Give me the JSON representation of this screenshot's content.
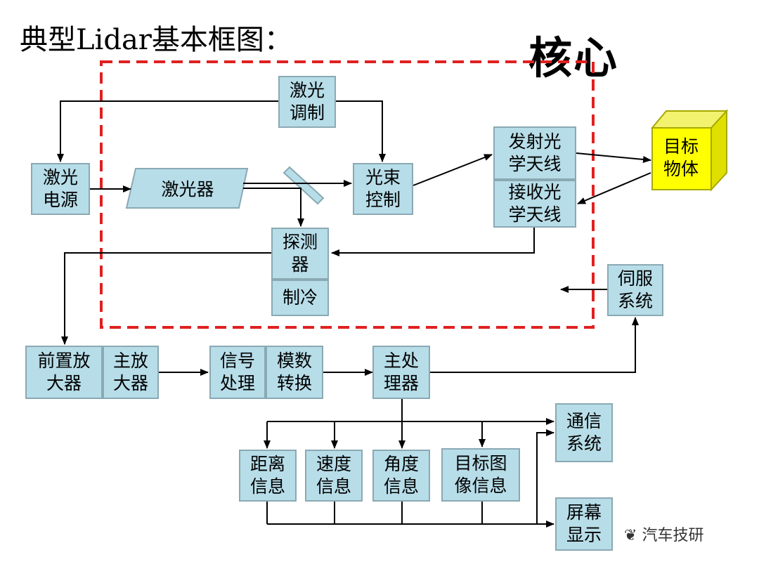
{
  "title": "典型Lidar基本框图：",
  "core_label": "核心",
  "watermark": "汽车技研",
  "blocks": {
    "laser_modulation": "激光\n调制",
    "laser_power": "激光\n电源",
    "laser": "激光器",
    "beam_control": "光束\n控制",
    "tx_antenna": "发射光\n学天线",
    "rx_antenna": "接收光\n学天线",
    "target": "目标\n物体",
    "detector": "探测\n器",
    "cooling": "制冷",
    "servo": "伺服\n系统",
    "preamp": "前置放\n大器",
    "main_amp": "主放\n大器",
    "signal_proc": "信号\n处理",
    "adc": "模数\n转换",
    "main_proc": "主处\n理器",
    "comm": "通信\n系统",
    "distance": "距离\n信息",
    "speed": "速度\n信息",
    "angle": "角度\n信息",
    "target_image": "目标图\n像信息",
    "display": "屏幕\n显示"
  },
  "colors": {
    "block_fill": "#b7dde8",
    "block_border": "#8aa9b3",
    "target_front": "#ffff00",
    "target_top": "#f2f26e",
    "target_side": "#e0e000",
    "core_border": "#e02020",
    "arrow": "#000000"
  }
}
